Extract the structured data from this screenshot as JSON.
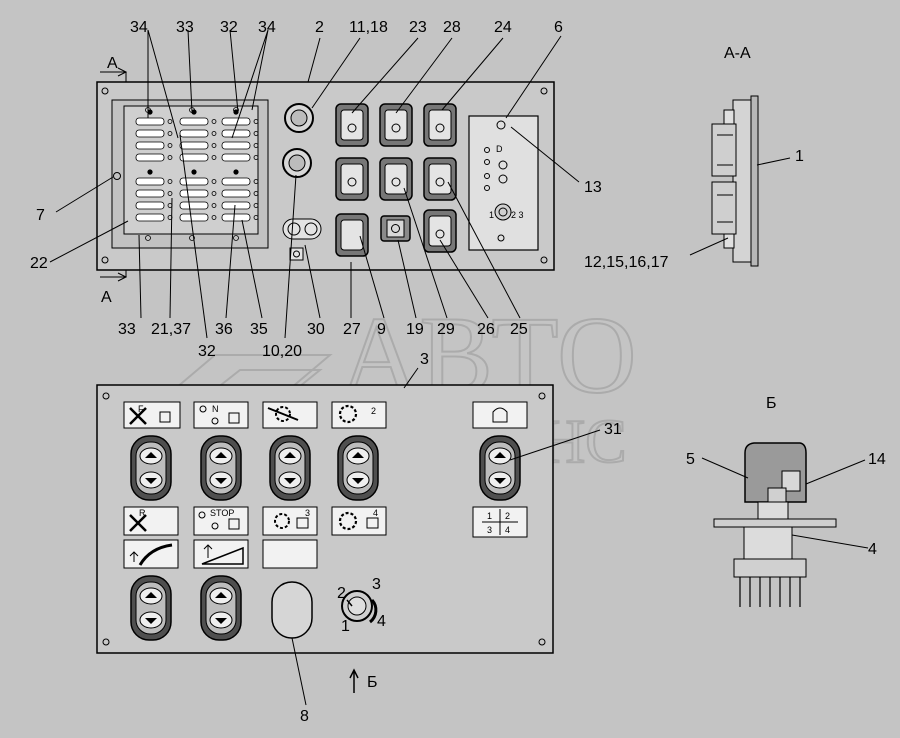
{
  "callouts_top": {
    "n34a": "34",
    "n33a": "33",
    "n32a": "32",
    "n34b": "34",
    "n2": "2",
    "n11_18": "11,18",
    "n23": "23",
    "n28": "28",
    "n24": "24",
    "n6": "6",
    "n7": "7",
    "n22": "22",
    "n13": "13",
    "n1": "1",
    "n12_15_16_17": "12,15,16,17",
    "n33b": "33",
    "n21_37": "21,37",
    "n36": "36",
    "n35": "35",
    "n30": "30",
    "n27": "27",
    "n9": "9",
    "n19": "19",
    "n29": "29",
    "n26": "26",
    "n25": "25",
    "n32b": "32",
    "n10_20": "10,20",
    "n3": "3"
  },
  "callouts_bottom": {
    "n31": "31",
    "n5": "5",
    "n14": "14",
    "n4": "4",
    "n8": "8"
  },
  "section_labels": {
    "aa_title": "А-А",
    "a_top": "А",
    "a_bottom": "А",
    "b_title": "Б",
    "b_arrow": "Б"
  },
  "watermark": {
    "line1": "АВТО",
    "line2": "АЛЬЯНС"
  },
  "panel_icons": {
    "f": "F",
    "n": "N",
    "stop": "STOP",
    "r": "R",
    "g2": "2",
    "g3": "3",
    "g4": "4",
    "grid": [
      "1",
      "2",
      "3",
      "4"
    ]
  },
  "rotary_dial": {
    "pos1": "1",
    "pos2": "2",
    "pos3": "3",
    "pos4": "4"
  },
  "small_knob": {
    "pos1": "1",
    "pos23": "2 3"
  },
  "indicator_d": "D"
}
